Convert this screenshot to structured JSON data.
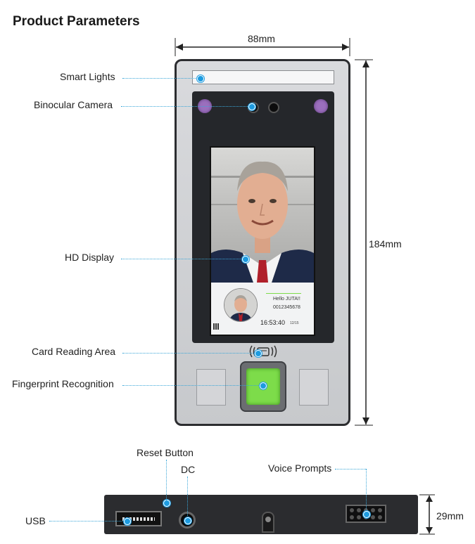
{
  "title": "Product Parameters",
  "dimensions": {
    "width": "88mm",
    "height": "184mm",
    "depth": "29mm"
  },
  "labels": {
    "smart_lights": "Smart Lights",
    "binocular_camera": "Binocular Camera",
    "hd_display": "HD Display",
    "card_reading_area": "Card Reading Area",
    "fingerprint_recognition": "Fingerprint Recognition",
    "reset_button": "Reset Button",
    "dc": "DC",
    "voice_prompts": "Voice Prompts",
    "usb": "USB"
  },
  "screen": {
    "greeting": "Hello JUTA!!",
    "id": "0012345678",
    "time": "16:53:40",
    "date": "12/15"
  },
  "colors": {
    "accent": "#1d9be0",
    "camera": "#9b6fbd",
    "fingerprint": "#7ddc4a"
  }
}
